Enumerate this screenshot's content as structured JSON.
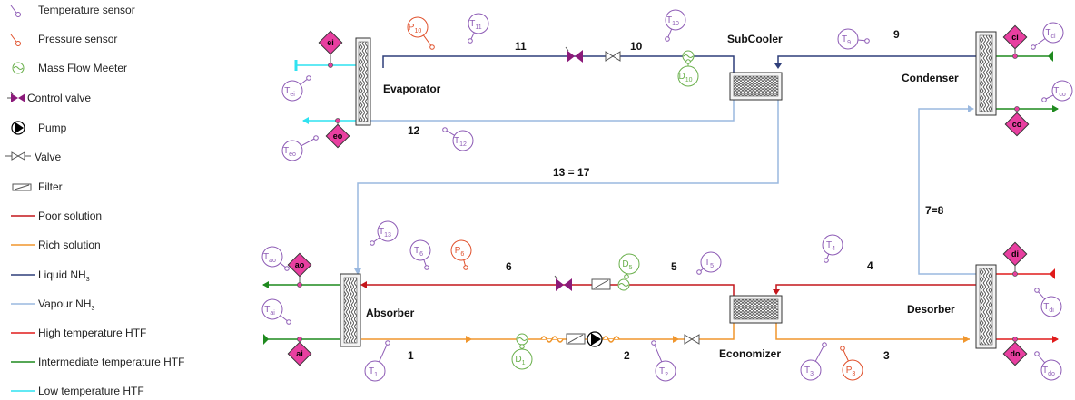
{
  "colors": {
    "liquid_nh3": "#2f3f7a",
    "vapour_nh3": "#9ab8df",
    "poor_solution": "#c4161c",
    "rich_solution": "#f0962d",
    "high_htf": "#e01b1b",
    "mid_htf": "#1f8a1f",
    "low_htf": "#2fe2f0",
    "temp_sensor": "#8d5bb5",
    "pressure_sensor": "#e0502b",
    "flow_meter": "#6ab04c",
    "valve_accent": "#8b1a7a",
    "port_fill": "#e83fa0"
  },
  "legend": [
    {
      "label": "Temperature sensor",
      "icon": "temperature-sensor-icon"
    },
    {
      "label": "Pressure sensor",
      "icon": "pressure-sensor-icon"
    },
    {
      "label": "Mass Flow Meeter",
      "icon": "mass-flow-meter-icon"
    },
    {
      "label": "Control valve",
      "icon": "control-valve-icon"
    },
    {
      "label": "Pump",
      "icon": "pump-icon"
    },
    {
      "label": "Valve",
      "icon": "valve-icon"
    },
    {
      "label": "Filter",
      "icon": "filter-icon"
    },
    {
      "label": "Poor solution",
      "icon": "poor-solution-line"
    },
    {
      "label": "Rich solution",
      "icon": "rich-solution-line"
    },
    {
      "label": "Liquid NH3",
      "icon": "liquid-nh3-line"
    },
    {
      "label": "Vapour NH3",
      "icon": "vapour-nh3-line"
    },
    {
      "label": "High temperature HTF",
      "icon": "high-htf-line"
    },
    {
      "label": "Intermediate temperature HTF",
      "icon": "intermediate-htf-line"
    },
    {
      "label": "Low temperature HTF",
      "icon": "low-htf-line"
    }
  ],
  "components": {
    "evaporator": "Evaporator",
    "subcooler": "SubCooler",
    "condenser": "Condenser",
    "absorber": "Absorber",
    "economizer": "Economizer",
    "desorber": "Desorber"
  },
  "streams": {
    "s1": "1",
    "s2": "2",
    "s3": "3",
    "s4": "4",
    "s5": "5",
    "s6": "6",
    "s78": "7=8",
    "s9": "9",
    "s10": "10",
    "s11": "11",
    "s12": "12",
    "s1317": "13 = 17"
  },
  "ports": {
    "ei": "ei",
    "eo": "eo",
    "ci": "ci",
    "co": "co",
    "ao": "ao",
    "ai": "ai",
    "di": "di",
    "do": "do"
  },
  "sensors": [
    {
      "id": "P10",
      "main": "P",
      "sub": "10",
      "type": "pressure"
    },
    {
      "id": "T11",
      "main": "T",
      "sub": "11",
      "type": "temperature"
    },
    {
      "id": "T10",
      "main": "T",
      "sub": "10",
      "type": "temperature"
    },
    {
      "id": "D10",
      "main": "D",
      "sub": "10",
      "type": "flow"
    },
    {
      "id": "T9",
      "main": "T",
      "sub": "9",
      "type": "temperature"
    },
    {
      "id": "Tci",
      "main": "T",
      "sub": "ci",
      "type": "temperature"
    },
    {
      "id": "Tco",
      "main": "T",
      "sub": "co",
      "type": "temperature"
    },
    {
      "id": "Tei",
      "main": "T",
      "sub": "ei",
      "type": "temperature"
    },
    {
      "id": "Teo",
      "main": "T",
      "sub": "eo",
      "type": "temperature"
    },
    {
      "id": "T12",
      "main": "T",
      "sub": "12",
      "type": "temperature"
    },
    {
      "id": "T13",
      "main": "T",
      "sub": "13",
      "type": "temperature"
    },
    {
      "id": "Tao",
      "main": "T",
      "sub": "ao",
      "type": "temperature"
    },
    {
      "id": "Tai",
      "main": "T",
      "sub": "ai",
      "type": "temperature"
    },
    {
      "id": "T6",
      "main": "T",
      "sub": "6",
      "type": "temperature"
    },
    {
      "id": "P6",
      "main": "P",
      "sub": "6",
      "type": "pressure"
    },
    {
      "id": "D5",
      "main": "D",
      "sub": "5",
      "type": "flow"
    },
    {
      "id": "T5",
      "main": "T",
      "sub": "5",
      "type": "temperature"
    },
    {
      "id": "T4",
      "main": "T",
      "sub": "4",
      "type": "temperature"
    },
    {
      "id": "T1",
      "main": "T",
      "sub": "1",
      "type": "temperature"
    },
    {
      "id": "D1",
      "main": "D",
      "sub": "1",
      "type": "flow"
    },
    {
      "id": "T2",
      "main": "T",
      "sub": "2",
      "type": "temperature"
    },
    {
      "id": "T3",
      "main": "T",
      "sub": "3",
      "type": "temperature"
    },
    {
      "id": "P3",
      "main": "P",
      "sub": "3",
      "type": "pressure"
    },
    {
      "id": "Tdi",
      "main": "T",
      "sub": "di",
      "type": "temperature"
    },
    {
      "id": "Tdo",
      "main": "T",
      "sub": "do",
      "type": "temperature"
    }
  ]
}
